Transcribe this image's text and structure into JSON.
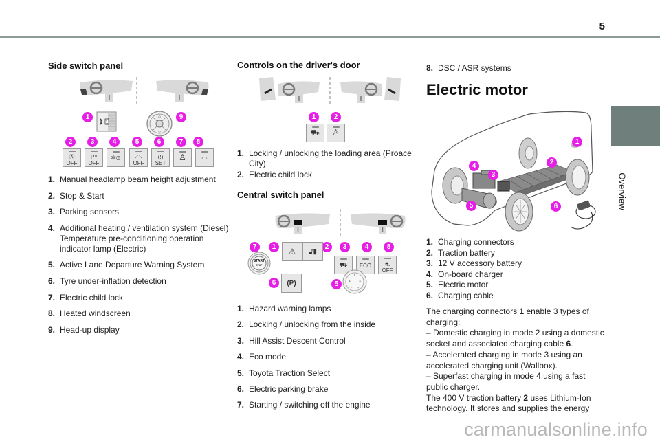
{
  "page": {
    "number": "5",
    "side_tab_label": "Overview",
    "watermark": "carmanualsonline.info"
  },
  "colors": {
    "callout": "#e61ee6",
    "rule": "#8d9b98",
    "side_tab": "#6f807c"
  },
  "side_switch_panel": {
    "title": "Side switch panel",
    "figure": {
      "callouts": [
        "1",
        "9",
        "2",
        "3",
        "4",
        "5",
        "6",
        "7",
        "8"
      ],
      "switches": [
        {
          "id": "2",
          "icon": "stop-start-off-icon",
          "glyph": "Ⓐ",
          "sub": "OFF"
        },
        {
          "id": "3",
          "icon": "parking-sensors-off-icon",
          "glyph": "P⁾⁾",
          "sub": "OFF"
        },
        {
          "id": "4",
          "icon": "heating-timer-icon",
          "glyph": "✲◷",
          "sub": ""
        },
        {
          "id": "5",
          "icon": "lane-departure-off-icon",
          "glyph": "⟋⟍",
          "sub": "OFF"
        },
        {
          "id": "6",
          "icon": "tyre-pressure-set-icon",
          "glyph": "(!)",
          "sub": "SET"
        },
        {
          "id": "7",
          "icon": "child-lock-icon",
          "glyph": "♙",
          "sub": ""
        },
        {
          "id": "8",
          "icon": "heated-windscreen-icon",
          "glyph": "⌓",
          "sub": ""
        }
      ]
    },
    "items": [
      {
        "num": "1.",
        "text": "Manual headlamp beam height adjustment"
      },
      {
        "num": "2.",
        "text": "Stop & Start"
      },
      {
        "num": "3.",
        "text": "Parking sensors"
      },
      {
        "num": "4.",
        "text": "Additional heating / ventilation system (Diesel)",
        "extra": "Temperature pre-conditioning operation indicator lamp (Electric)"
      },
      {
        "num": "5.",
        "text": "Active Lane Departure Warning System"
      },
      {
        "num": "6.",
        "text": "Tyre under-inflation detection"
      },
      {
        "num": "7.",
        "text": "Electric child lock"
      },
      {
        "num": "8.",
        "text": "Heated windscreen"
      },
      {
        "num": "9.",
        "text": "Head-up display"
      }
    ]
  },
  "drivers_door": {
    "title": "Controls on the driver's door",
    "figure": {
      "callouts": [
        "1",
        "2"
      ]
    },
    "items": [
      {
        "num": "1.",
        "text": "Locking / unlocking the loading area (Proace City)"
      },
      {
        "num": "2.",
        "text": "Electric child lock"
      }
    ]
  },
  "central_switch_panel": {
    "title": "Central switch panel",
    "figure": {
      "callouts": [
        "7",
        "1",
        "2",
        "3",
        "4",
        "8",
        "6",
        "5"
      ],
      "start_label": "START",
      "stop_label": "STOP",
      "eco_label": "ECO",
      "park_label": "(P)",
      "off_label": "OFF"
    },
    "items": [
      {
        "num": "1.",
        "text": "Hazard warning lamps"
      },
      {
        "num": "2.",
        "text": "Locking / unlocking from the inside"
      },
      {
        "num": "3.",
        "text": "Hill Assist Descent Control"
      },
      {
        "num": "4.",
        "text": "Eco mode"
      },
      {
        "num": "5.",
        "text": "Toyota Traction Select"
      },
      {
        "num": "6.",
        "text": "Electric parking brake"
      },
      {
        "num": "7.",
        "text": "Starting / switching off the engine"
      }
    ],
    "continued_item": {
      "num": "8.",
      "text": "DSC / ASR systems"
    }
  },
  "electric_motor": {
    "title": "Electric motor",
    "figure": {
      "callouts": [
        "1",
        "2",
        "3",
        "4",
        "5",
        "6"
      ]
    },
    "items": [
      {
        "num": "1.",
        "text": "Charging connectors"
      },
      {
        "num": "2.",
        "text": "Traction battery"
      },
      {
        "num": "3.",
        "text": "12 V accessory battery"
      },
      {
        "num": "4.",
        "text": "On-board charger"
      },
      {
        "num": "5.",
        "text": "Electric motor"
      },
      {
        "num": "6.",
        "text": "Charging cable"
      }
    ],
    "body": {
      "p1_a": "The charging connectors ",
      "p1_b": "1",
      "p1_c": " enable 3 types of charging:",
      "dash1_a": "– Domestic charging in mode 2 using a domestic socket and associated charging cable ",
      "dash1_b": "6",
      "dash1_c": ".",
      "dash2": "– Accelerated charging in mode 3 using an accelerated charging unit (Wallbox).",
      "dash3": "– Superfast charging in mode 4 using a fast public charger.",
      "p2_a": "The 400 V traction battery ",
      "p2_b": "2",
      "p2_c": " uses Lithium-Ion technology. It stores and supplies the energy"
    }
  }
}
